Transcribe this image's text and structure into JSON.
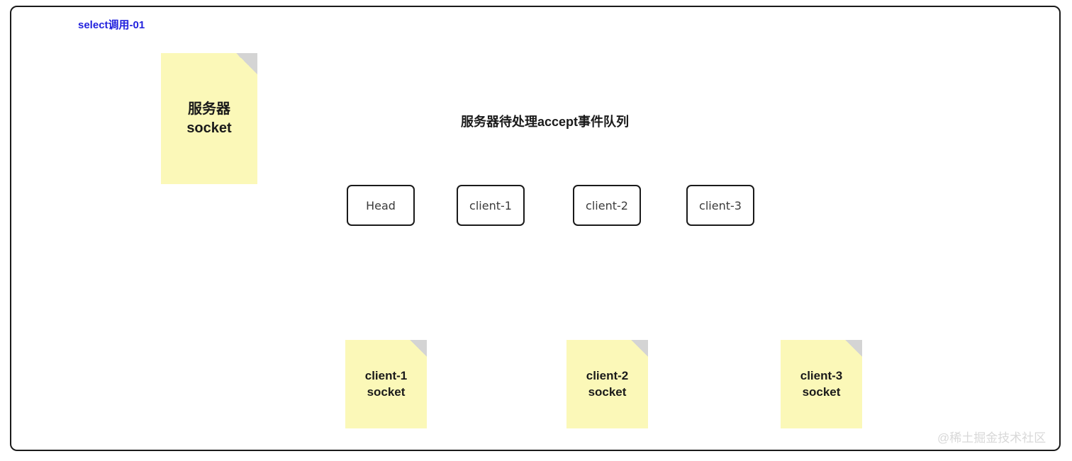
{
  "diagram": {
    "title": "select调用-01",
    "queue_label": "服务器待处理accept事件队列",
    "watermark": "@稀土掘金技术社区",
    "colors": {
      "frame_border": "#1a1a1a",
      "title_color": "#2222dd",
      "note_fill": "#fbf8b8",
      "note_fold": "#d4d4d4",
      "node_border": "#1a1a1a",
      "arrow_color": "#1a1a1a",
      "watermark_color": "#d8d8d8"
    }
  },
  "server_note": {
    "line1": "服务器",
    "line2": "socket"
  },
  "nodes": [
    {
      "id": "head",
      "label": "Head"
    },
    {
      "id": "client-1",
      "label": "client-1"
    },
    {
      "id": "client-2",
      "label": "client-2"
    },
    {
      "id": "client-3",
      "label": "client-3"
    }
  ],
  "socket_notes": [
    {
      "id": "client-1-socket",
      "line1": "client-1",
      "line2": "socket"
    },
    {
      "id": "client-2-socket",
      "line1": "client-2",
      "line2": "socket"
    },
    {
      "id": "client-3-socket",
      "line1": "client-3",
      "line2": "socket"
    }
  ]
}
